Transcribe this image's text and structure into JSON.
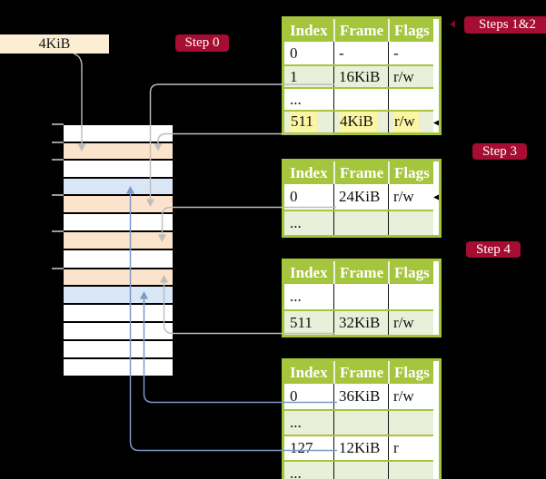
{
  "labels": {
    "frame_size": "4KiB"
  },
  "badges": [
    {
      "id": "step0",
      "label": "Step 0"
    },
    {
      "id": "steps12",
      "label": "Steps 1&2"
    },
    {
      "id": "step3",
      "label": "Step 3"
    },
    {
      "id": "step4",
      "label": "Step 4"
    }
  ],
  "palette": {
    "badge_red": "#a50d31",
    "table_green": "#a5c53c",
    "row_light_green": "#e9efd8",
    "frame_free": "#ffffff",
    "frame_page_table": "#fce3cb",
    "frame_mapped_page": "#d9e6f5",
    "highlight_yellow": "#fbf6a4",
    "label_cream": "#fbeed3",
    "connector_gray": "#bdbdbd",
    "connector_blue": "#7b99c8"
  },
  "memory": {
    "rows": [
      "free",
      "table",
      "free",
      "mapped",
      "table",
      "free",
      "table",
      "free",
      "table",
      "mapped",
      "free",
      "free",
      "free",
      "free"
    ]
  },
  "tables": [
    {
      "id": "t1",
      "headers": [
        "Index",
        "Frame",
        "Flags"
      ],
      "rows": [
        {
          "index": "0",
          "frame": "-",
          "flags": "-",
          "highlight": false
        },
        {
          "index": "1",
          "frame": "16KiB",
          "flags": "r/w",
          "highlight": false
        },
        {
          "index": "...",
          "frame": "",
          "flags": "",
          "highlight": false
        },
        {
          "index": "511",
          "frame": "4KiB",
          "flags": "r/w",
          "highlight": true
        }
      ]
    },
    {
      "id": "t2",
      "headers": [
        "Index",
        "Frame",
        "Flags"
      ],
      "rows": [
        {
          "index": "0",
          "frame": "24KiB",
          "flags": "r/w",
          "highlight": false
        },
        {
          "index": "...",
          "frame": "",
          "flags": "",
          "highlight": false
        }
      ]
    },
    {
      "id": "t3",
      "headers": [
        "Index",
        "Frame",
        "Flags"
      ],
      "rows": [
        {
          "index": "...",
          "frame": "",
          "flags": "",
          "highlight": false
        },
        {
          "index": "511",
          "frame": "32KiB",
          "flags": "r/w",
          "highlight": false
        }
      ]
    },
    {
      "id": "t4",
      "headers": [
        "Index",
        "Frame",
        "Flags"
      ],
      "rows": [
        {
          "index": "0",
          "frame": "36KiB",
          "flags": "r/w",
          "highlight": false
        },
        {
          "index": "...",
          "frame": "",
          "flags": "",
          "highlight": false
        },
        {
          "index": "127",
          "frame": "12KiB",
          "flags": "r",
          "highlight": false
        },
        {
          "index": "...",
          "frame": "",
          "flags": "",
          "highlight": false
        }
      ]
    }
  ]
}
